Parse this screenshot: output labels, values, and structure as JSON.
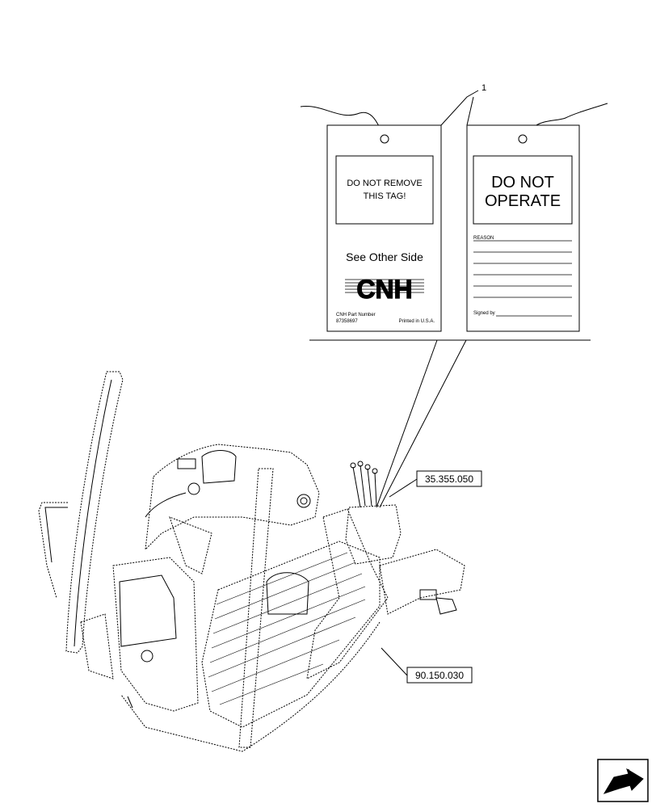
{
  "callout_number": "1",
  "tag_front": {
    "box_text_line1": "DO NOT REMOVE",
    "box_text_line2": "THIS TAG!",
    "see_other_side": "See Other Side",
    "logo_text": "CNH",
    "part_number_label": "CNH Part Number",
    "part_number": "87358697",
    "printed_in": "Printed in U.S.A."
  },
  "tag_back": {
    "box_text_line1": "DO NOT",
    "box_text_line2": "OPERATE",
    "reason_label": "REASON",
    "signed_by_label": "Signed by"
  },
  "references": [
    {
      "id": "ref-35",
      "text": "35.355.050"
    },
    {
      "id": "ref-90",
      "text": "90.150.030"
    }
  ],
  "nav_icon": "next-page-arrow-icon"
}
